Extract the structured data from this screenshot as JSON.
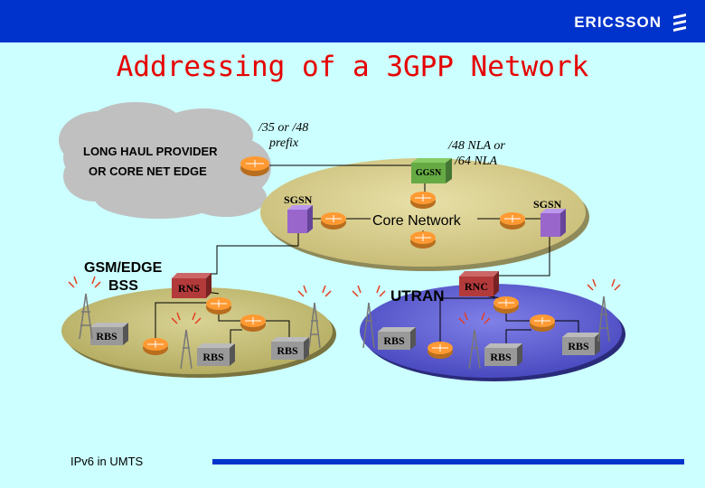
{
  "header": {
    "brand": "ERICSSON",
    "brand_logo_icon": "ericsson-logo-icon",
    "bar_color": "#0033cc"
  },
  "title": "Addressing of a 3GPP Network",
  "cloud": {
    "line1": "LONG HAUL PROVIDER",
    "line2": "OR CORE NET EDGE"
  },
  "annotations": {
    "prefix_35_48": "/35 or /48",
    "prefix_word": "prefix",
    "nla_48": "/48 NLA or",
    "nla_64": "/64 NLA"
  },
  "core": {
    "label": "Core Network",
    "ggsn": "GGSN",
    "sgsn_left": "SGSN",
    "sgsn_right": "SGSN"
  },
  "gsm": {
    "line1": "GSM/EDGE",
    "line2": "BSS",
    "rns": "RNS",
    "rbs1": "RBS",
    "rbs2": "RBS",
    "rbs3": "RBS"
  },
  "utran": {
    "label": "UTRAN",
    "rnc": "RNC",
    "rbs1": "RBS",
    "rbs2": "RBS",
    "rbs3": "RBS"
  },
  "footer": {
    "text": "IPv6 in UMTS"
  },
  "colors": {
    "background": "#ccffff",
    "title": "#e60000",
    "core_ellipse": "#d9cf8f",
    "gsm_ellipse": "#c8c27a",
    "utran_ellipse": "#6b6bdc",
    "router": "#ff9a33",
    "ggsn": "#66aa44",
    "sgsn": "#9966cc",
    "rns_rnc": "#b33a3a",
    "rbs": "#999999",
    "antenna_red": "#e63c1e",
    "footer_line": "#0033cc"
  }
}
